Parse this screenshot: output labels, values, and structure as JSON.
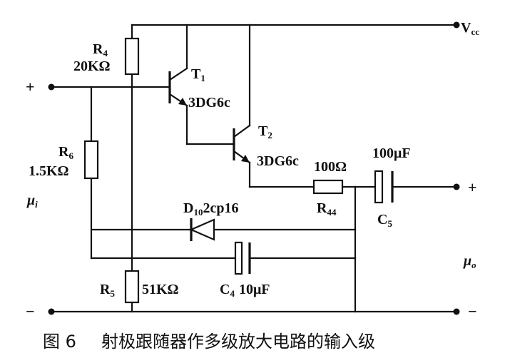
{
  "labels": {
    "vcc": "V",
    "vcc_sub": "cc",
    "r4_name": "R",
    "r4_sub": "4",
    "r4_value": "20KΩ",
    "r6_name": "R",
    "r6_sub": "6",
    "r6_value": "1.5KΩ",
    "r5_name": "R",
    "r5_sub": "5",
    "r5_value": "51KΩ",
    "r44_name": "R",
    "r44_sub": "44",
    "r44_value": "100Ω",
    "t1_name": "T",
    "t1_sub": "1",
    "t1_model": "3DG6c",
    "t2_name": "T",
    "t2_sub": "2",
    "t2_model": "3DG6c",
    "d_name": "D",
    "d_sub": "10",
    "d_model": "2cp16",
    "c4_name": "C",
    "c4_sub": "4",
    "c4_value": "10μF",
    "c5_name": "C",
    "c5_sub": "5",
    "c5_value": "100μF",
    "in_plus": "+",
    "in_minus": "−",
    "out_plus": "+",
    "out_minus": "−",
    "mu_i": "μ",
    "mu_i_sub": "i",
    "mu_o": "μ",
    "mu_o_sub": "o"
  },
  "caption": {
    "figure": "图 6",
    "text": "射极跟随器作多级放大电路的输入级"
  }
}
